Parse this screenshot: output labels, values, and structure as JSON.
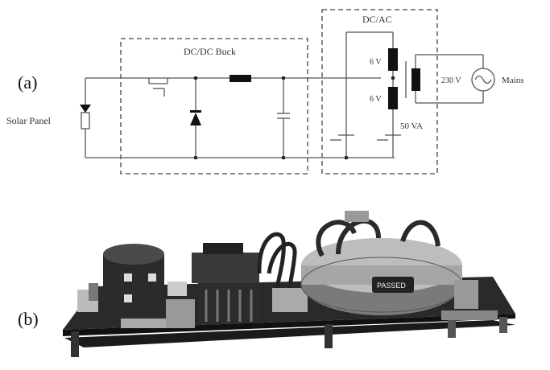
{
  "figure": {
    "panel_a_label": "(a)",
    "panel_b_label": "(b)"
  },
  "circuit": {
    "solar_label": "Solar Panel",
    "buck_label": "DC/DC Buck",
    "inverter_label": "DC/AC",
    "winding_top": "6 V",
    "winding_bottom": "6 V",
    "transformer_rating": "50 VA",
    "grid_voltage": "230 V",
    "mains_label": "Mains"
  },
  "photo": {
    "transformer_sticker": "PASSED"
  }
}
